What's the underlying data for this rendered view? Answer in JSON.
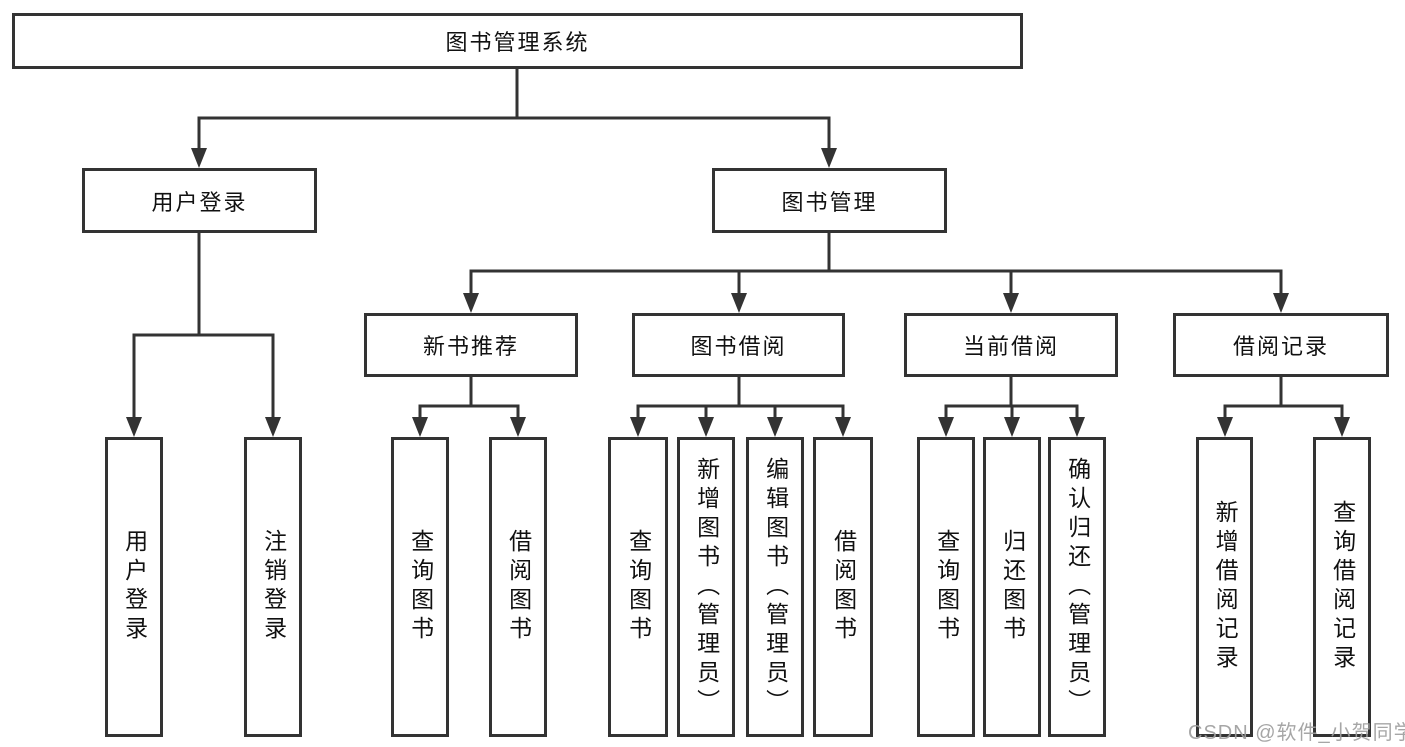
{
  "diagram": {
    "root_label": "图书管理系统",
    "user_login": {
      "label": "用户登录",
      "children": [
        "用户登录",
        "注销登录"
      ]
    },
    "book_mgmt": {
      "label": "图书管理",
      "sections": [
        {
          "label": "新书推荐",
          "children": [
            "查询图书",
            "借阅图书"
          ]
        },
        {
          "label": "图书借阅",
          "children": [
            "查询图书",
            "新增图书（管理员）",
            "编辑图书（管理员）",
            "借阅图书"
          ]
        },
        {
          "label": "当前借阅",
          "children": [
            "查询图书",
            "归还图书",
            "确认归还（管理员）"
          ]
        },
        {
          "label": "借阅记录",
          "children": [
            "新增借阅记录",
            "查询借阅记录"
          ]
        }
      ]
    },
    "watermark": "CSDN @软件_小贺同学",
    "colors": {
      "line": "#333333",
      "text": "#111111",
      "watermark": "#9e9e9e",
      "background": "#ffffff"
    }
  }
}
